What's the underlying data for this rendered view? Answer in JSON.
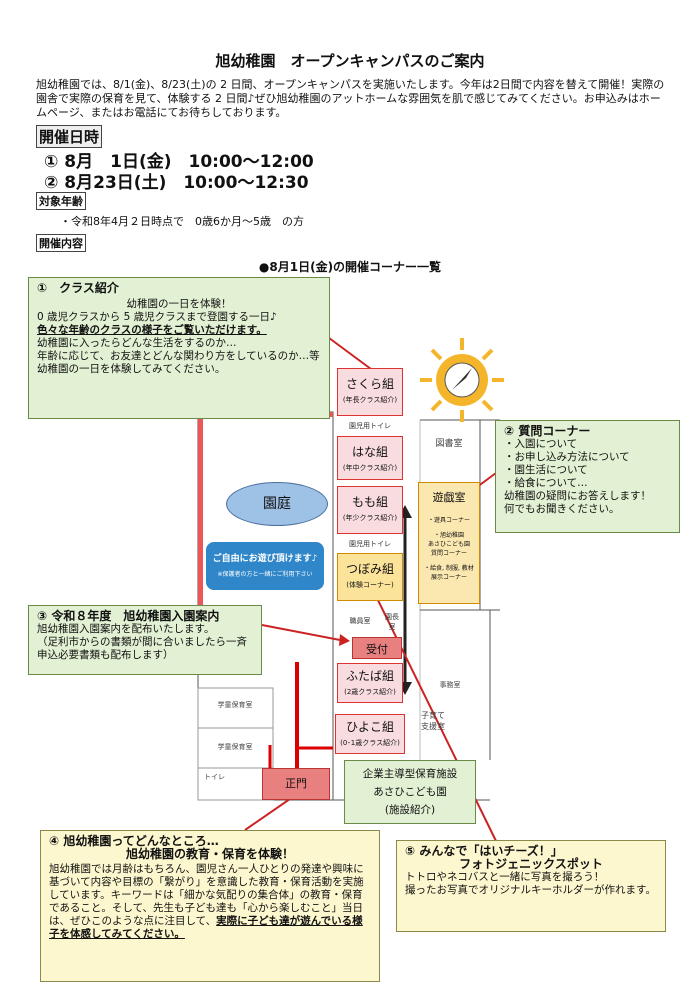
{
  "title": "旭幼稚園　オープンキャンパスのご案内",
  "intro": "旭幼稚園では、8/1(金)、8/23(土)の 2 日間、オープンキャンパスを実施いたします。今年は2日間で内容を替えて開催！実際の園舎で実際の保育を見て、体験する 2 日間♪ぜひ旭幼稚園のアットホームな雰囲気を肌で感じてみてください。お申込みはホームページ、またはお電話にてお待ちしております。",
  "schedule": {
    "header": "開催日時",
    "dates": [
      "① 8月　1日(金)　10:00～12:00",
      "② 8月23日(土)　10:00～12:30"
    ]
  },
  "target": {
    "header": "対象年齢",
    "text": "・令和8年4月２日時点で　0歳6か月～5歳　の方"
  },
  "content_header": "開催内容",
  "corner_list_title": "●8月1日(金)の開催コーナー一覧",
  "callout1": {
    "head": "①　クラス紹介",
    "line1": "幼稚園の一日を体験！",
    "line2": "0 歳児クラスから 5 歳児クラスまで登園する一日♪",
    "line3": "色々な年齢のクラスの様子をご覧いただけます。",
    "line4": "幼稚園に入ったらどんな生活をするのか…",
    "line5": "年齢に応じて、お友達とどんな関わり方をしているのか…等",
    "line6": "幼稚園の一日を体験してみてください。"
  },
  "callout2": {
    "head": "② 質問コーナー",
    "items": [
      "・入園について",
      "・お申し込み方法について",
      "・園生活について",
      "・給食について…"
    ],
    "line1": "幼稚園の疑問にお答えします！",
    "line2": "何でもお聞きください。"
  },
  "callout3": {
    "head": "③ 令和８年度　旭幼稚園入園案内",
    "line1": "旭幼稚園入園案内を配布いたします。",
    "line2": "（足利市からの書類が間に合いましたら一斉申込必要書類も配布します）"
  },
  "callout4": {
    "head": "④ 旭幼稚園ってどんなところ…",
    "sub": "旭幼稚園の教育・保育を体験！",
    "body": "旭幼稚園では月齢はもちろん、園児さん一人ひとりの発達や興味に基づいて内容や目標の「繋がり」を意識した教育・保育活動を実施しています。キーワードは「細かな気配りの集合体」の教育・保育であること。そして、先生も子ども達も「心から楽しむこと」当日は、ぜひこのような点に注目して、",
    "emph": "実際に子ども達が遊んでいる様子を体感してみてください。"
  },
  "callout5": {
    "head": "⑤ みんなで「はいチーズ！」",
    "sub": "フォトジェニックスポット",
    "line1": "トトロやネコバスと一緒に写真を撮ろう！",
    "line2": "撮ったお写真でオリジナルキーホルダーが作れます。"
  },
  "map": {
    "garden": "園庭",
    "garden_note1": "ご自由にお遊び頂けます♪",
    "garden_note2": "※保護者の方と一緒にご利用下さい",
    "rooms": [
      {
        "name": "さくら組",
        "sub": "(年長クラス紹介)"
      },
      {
        "name": "はな組",
        "sub": "(年中クラス紹介)"
      },
      {
        "name": "もも組",
        "sub": "(年少クラス紹介)"
      },
      {
        "name": "つぼみ組",
        "sub": "(体験コーナー)"
      },
      {
        "name": "受付",
        "sub": ""
      },
      {
        "name": "ふたば組",
        "sub": "(2歳クラス紹介)"
      },
      {
        "name": "ひよこ組",
        "sub": "(0･1歳クラス紹介)"
      }
    ],
    "playroom": {
      "title": "遊戯室",
      "items": [
        "・遊具コーナー",
        "・旭幼稚園",
        "あさひこども園",
        "質問コーナー",
        "・給食, 制服, 教材",
        "展示コーナー"
      ]
    },
    "library": "図書室",
    "toilet1": "園児用トイレ",
    "toilet2": "園児用トイレ",
    "staff": "職員室",
    "principal": "園長室",
    "gakudo1": "学童保育室",
    "gakudo2": "学童保育室",
    "toilet3": "トイレ",
    "gate": "正門",
    "kosodate": "子育て支援室",
    "jimu": "事務室",
    "facility": [
      "企業主導型保育施設",
      "あさひこども園",
      "(施設紹介)"
    ]
  }
}
